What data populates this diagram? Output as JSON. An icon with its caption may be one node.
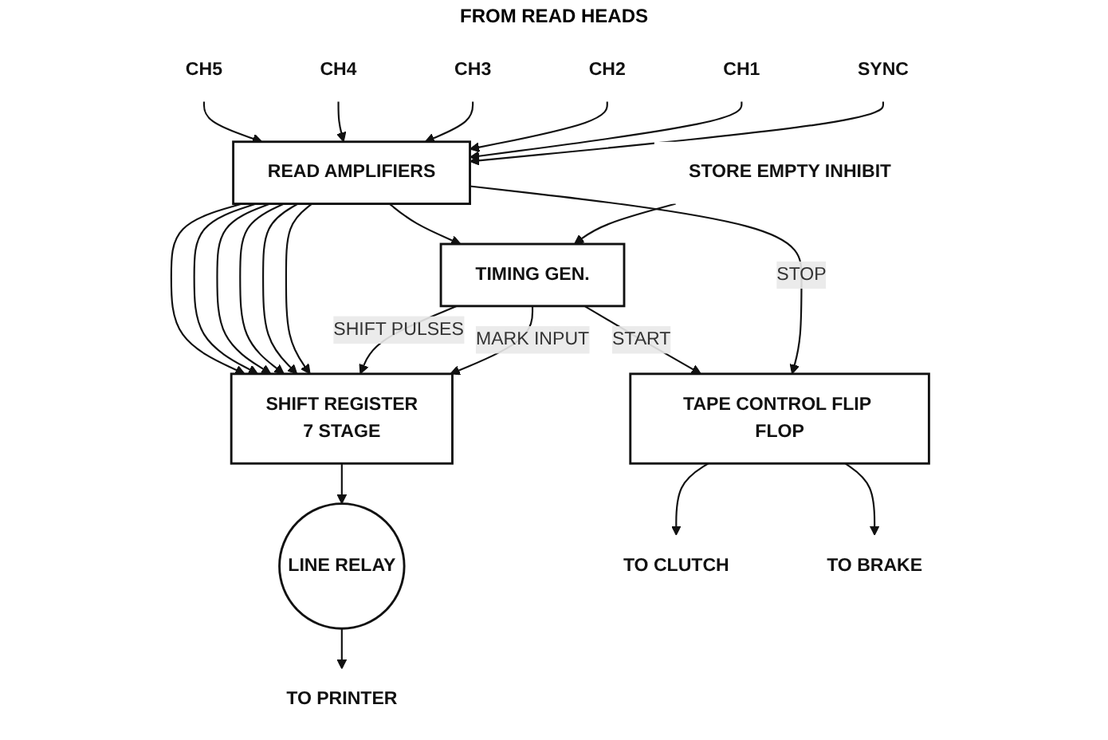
{
  "diagram": {
    "nodes": [
      {
        "text": [
          "CH5"
        ]
      },
      {
        "text": [
          "CH4"
        ]
      },
      {
        "text": [
          "CH3"
        ]
      },
      {
        "text": [
          "CH2"
        ]
      },
      {
        "text": [
          "CH1"
        ]
      },
      {
        "text": [
          "SYNC"
        ]
      },
      {
        "text": [
          "READ AMPLIFIERS"
        ]
      },
      {
        "text": [
          "SHIFT REGISTER",
          "7 STAGE"
        ]
      },
      {
        "text": [
          "LINE RELAY"
        ]
      },
      {
        "text": [
          "TO PRINTER"
        ]
      },
      {
        "text": [
          "TIMING GEN."
        ]
      },
      {
        "text": [
          "STORE EMPTY INHIBIT"
        ]
      },
      {
        "text": [
          "TAPE CONTROL FLIP FLOP"
        ]
      },
      {
        "text": [
          "TO CLUTCH"
        ]
      },
      {
        "text": [
          "TO BRAKE"
        ]
      }
    ],
    "edges": [
      {
        "from": 0,
        "to": 6,
        "arrow": "to"
      },
      {
        "from": 1,
        "to": 6,
        "arrow": "to"
      },
      {
        "from": 2,
        "to": 6,
        "arrow": "to"
      },
      {
        "from": 3,
        "to": 6,
        "arrow": "to"
      },
      {
        "from": 4,
        "to": 6,
        "arrow": "to"
      },
      {
        "from": 5,
        "to": 6,
        "arrow": "to"
      },
      {
        "from": 6,
        "to": 7,
        "arrow": "to"
      },
      {
        "from": 6,
        "to": 7,
        "arrow": "to"
      },
      {
        "from": 6,
        "to": 7,
        "arrow": "to"
      },
      {
        "from": 6,
        "to": 7,
        "arrow": "to"
      },
      {
        "from": 6,
        "to": 7,
        "arrow": "to"
      },
      {
        "from": 6,
        "to": 7,
        "arrow": "to"
      },
      {
        "from": 7,
        "to": 8,
        "arrow": "to"
      },
      {
        "from": 8,
        "to": 9,
        "arrow": "to"
      },
      {
        "from": 10,
        "to": 7,
        "label": "SHIFT PULSES",
        "arrow": "to"
      },
      {
        "from": 10,
        "to": 7,
        "label": "MARK INPUT",
        "arrow": "to"
      },
      {
        "from": 6,
        "to": 10,
        "arrow": "to"
      },
      {
        "from": 11,
        "to": 10,
        "arrow": "to"
      },
      {
        "from": 10,
        "to": 12,
        "label": "START",
        "arrow": "to"
      },
      {
        "from": 6,
        "to": 12,
        "label": "STOP",
        "arrow": "to"
      },
      {
        "from": 12,
        "to": 13,
        "arrow": "to"
      },
      {
        "from": 12,
        "to": 14,
        "arrow": "to"
      }
    ],
    "labels": [
      "FROM READ HEADS"
    ]
  }
}
